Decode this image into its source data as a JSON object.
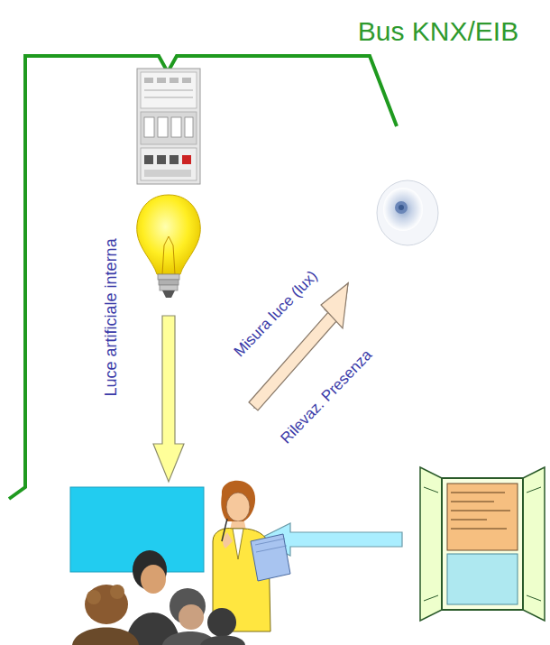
{
  "diagram": {
    "labels": [
      "Bus KNX/EIB",
      "Luce artificiale interna",
      "Misura luce (lux)",
      "Rilevaz. Presenza"
    ]
  }
}
